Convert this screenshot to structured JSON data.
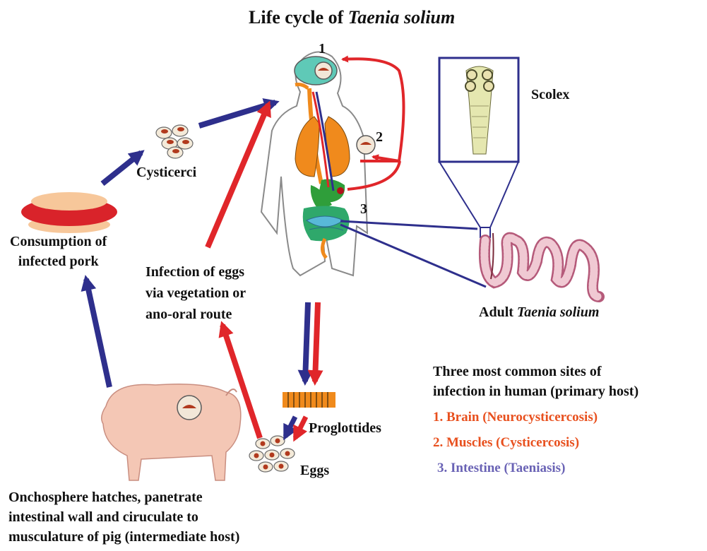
{
  "title": {
    "main": "Life cycle of ",
    "italic": "Taenia solium"
  },
  "labels": {
    "scolex": "Scolex",
    "cysticerci": "Cysticerci",
    "consumption_line1": "Consumption of",
    "consumption_line2": "infected pork",
    "infection_line1": "Infection of eggs",
    "infection_line2": "via vegetation or",
    "infection_line3": "ano-oral route",
    "adult_prefix": "Adult ",
    "adult_italic": "Taenia solium",
    "proglottides": "Proglottides",
    "eggs": "Eggs",
    "onch_line1": "Onchosphere hatches, panetrate",
    "onch_line2": "intestinal wall and ciruculate to",
    "onch_line3": "musculature of pig (intermediate host)"
  },
  "site_numbers": {
    "n1": "1",
    "n2": "2",
    "n3": "3"
  },
  "sites": {
    "heading_line1": "Three most common sites of",
    "heading_line2": "infection in human (primary host)",
    "items": [
      {
        "text": "1. Brain (Neurocysticercosis)",
        "color": "#e8501e"
      },
      {
        "text": "2. Muscles (Cysticercosis)",
        "color": "#e8501e"
      },
      {
        "text": "3. Intestine (Taeniasis)",
        "color": "#6a63b5"
      }
    ]
  },
  "colors": {
    "red_arrow": "#e0262a",
    "blue_arrow": "#2e2f8c",
    "body_outline": "#8a8a8a"
  }
}
